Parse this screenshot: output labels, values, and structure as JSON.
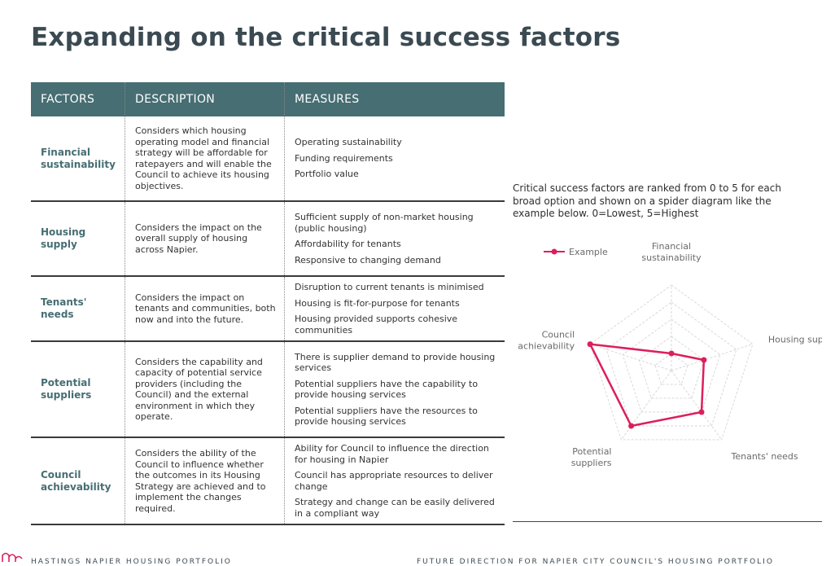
{
  "title": "Expanding on the critical success factors",
  "table": {
    "headers": [
      "FACTORS",
      "DESCRIPTION",
      "MEASURES"
    ],
    "rows": [
      {
        "factor": "Financial sustainability",
        "description": "Considers which housing operating model and financial strategy will be affordable for ratepayers and will enable the Council to achieve its housing objectives.",
        "measures": [
          "Operating sustainability",
          "Funding requirements",
          "Portfolio value"
        ]
      },
      {
        "factor": "Housing supply",
        "description": "Considers the impact on the overall supply of housing across Napier.",
        "measures": [
          "Sufficient supply of non-market housing (public housing)",
          "Affordability for tenants",
          "Responsive to changing demand"
        ]
      },
      {
        "factor": "Tenants' needs",
        "description": "Considers the impact on tenants and communities, both now and into the future.",
        "measures": [
          "Disruption to current tenants is minimised",
          "Housing is fit-for-purpose for tenants",
          "Housing provided supports cohesive communities"
        ]
      },
      {
        "factor": "Potential suppliers",
        "description": "Considers the capability and capacity of potential service providers (including the Council) and the external environment in which they operate.",
        "measures": [
          "There is supplier demand to provide housing services",
          "Potential suppliers have the capability to provide housing services",
          "Potential suppliers have the resources to provide housing services"
        ]
      },
      {
        "factor": "Council achievability",
        "description": "Considers the ability of the Council to influence whether the outcomes in its Housing Strategy are achieved and to implement the changes required.",
        "measures": [
          "Ability for Council to influence the direction for housing in Napier",
          "Council has appropriate resources to deliver change",
          "Strategy and change can be easily delivered in a compliant way"
        ]
      }
    ]
  },
  "note": "Critical success factors are ranked from 0 to 5 for each broad option and shown on a spider diagram like the example below. 0=Lowest, 5=Highest",
  "chart_data": {
    "type": "radar",
    "axes": [
      "Financial sustainability",
      "Housing supply",
      "Tenants' needs",
      "Potential suppliers",
      "Council achievability"
    ],
    "axis_label_lines": [
      [
        "Financial",
        "sustainability"
      ],
      [
        "Housing supply"
      ],
      [
        "Tenants' needs"
      ],
      [
        "Potential",
        "suppliers"
      ],
      [
        "Council",
        "achievability"
      ]
    ],
    "range": [
      0,
      5
    ],
    "rings": 5,
    "series": [
      {
        "name": "Example",
        "values": [
          1,
          2,
          3,
          4,
          5
        ],
        "color": "#dc1f5b"
      }
    ],
    "legend_position": "top-left",
    "grid_color": "#d9d9d9"
  },
  "footer": {
    "left": "HASTINGS NAPIER HOUSING PORTFOLIO",
    "right": "FUTURE DIRECTION FOR NAPIER CITY COUNCIL'S HOUSING PORTFOLIO"
  }
}
